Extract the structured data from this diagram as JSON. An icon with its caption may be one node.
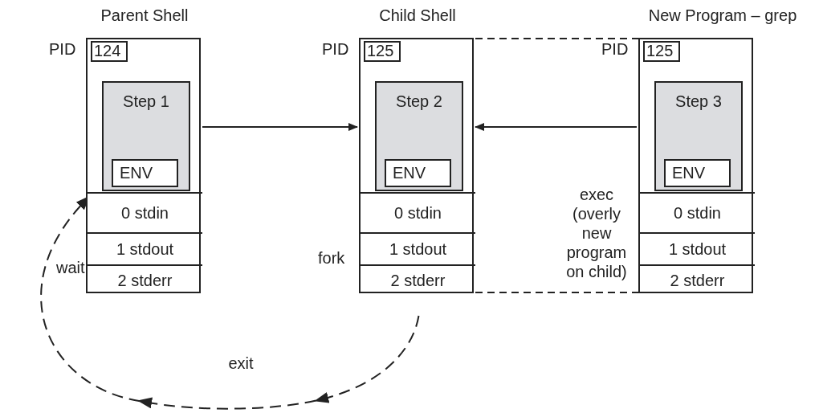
{
  "diagram": {
    "nodes": [
      {
        "text": [
          "Parent Shell"
        ],
        "beside": [
          "wait"
        ]
      },
      {
        "text": [
          "124"
        ],
        "in": 0,
        "beside": [
          "PID"
        ]
      },
      {
        "text": [
          "Step 1"
        ],
        "in": 0
      },
      {
        "text": [
          "ENV"
        ],
        "in": 2
      },
      {
        "text": [
          "0 stdin"
        ],
        "in": 0
      },
      {
        "text": [
          "1 stdout"
        ],
        "in": 0
      },
      {
        "text": [
          "2 stderr"
        ],
        "in": 0
      },
      {
        "text": [
          "Child Shell"
        ],
        "beside": [
          "fork"
        ]
      },
      {
        "text": [
          "125"
        ],
        "in": 7,
        "beside": [
          "PID"
        ]
      },
      {
        "text": [
          "Step 2"
        ],
        "in": 7
      },
      {
        "text": [
          "ENV"
        ],
        "in": 9
      },
      {
        "text": [
          "0 stdin"
        ],
        "in": 7
      },
      {
        "text": [
          "1 stdout"
        ],
        "in": 7
      },
      {
        "text": [
          "2 stderr"
        ],
        "in": 7
      },
      {
        "text": [
          "New Program – grep"
        ]
      },
      {
        "text": [
          "125"
        ],
        "in": 14,
        "beside": [
          "PID"
        ]
      },
      {
        "text": [
          "Step 3"
        ],
        "in": 14
      },
      {
        "text": [
          "ENV"
        ],
        "in": 16
      },
      {
        "text": [
          "0 stdin"
        ],
        "in": 14
      },
      {
        "text": [
          "1 stdout"
        ],
        "in": 14
      },
      {
        "text": [
          "2 stderr"
        ],
        "in": 14
      }
    ],
    "edges": [
      {
        "from": 0,
        "to": 7,
        "arrow": "to"
      },
      {
        "from": 14,
        "to": 7,
        "arrow": "to",
        "label": "exec (overly new program on child)"
      },
      {
        "from": 7,
        "to": 0,
        "arrow": "to",
        "label": "exit",
        "style": "dashed"
      }
    ]
  }
}
